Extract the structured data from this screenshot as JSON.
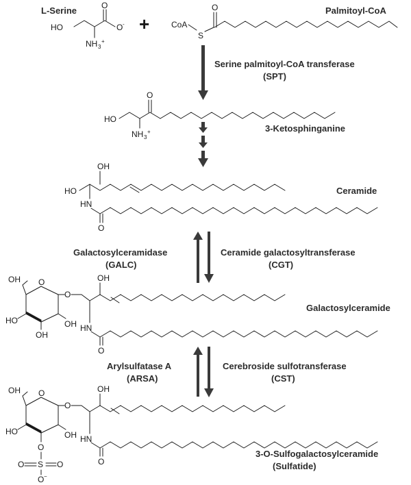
{
  "compounds": {
    "serine": "L-Serine",
    "palmitoyl_coa": "Palmitoyl-CoA",
    "ketosphinganine": "3-Ketosphinganine",
    "ceramide": "Ceramide",
    "galactosylceramide": "Galactosylceramide",
    "sulfatide_line1": "3-O-Sulfogalactosylceramide",
    "sulfatide_line2": "(Sulfatide)"
  },
  "enzymes": {
    "spt_name": "Serine palmitoyl-CoA transferase",
    "spt_abbr": "(SPT)",
    "galc_name": "Galactosylceramidase",
    "galc_abbr": "(GALC)",
    "cgt_name": "Ceramide galactosyltransferase",
    "cgt_abbr": "(CGT)",
    "arsa_name": "Arylsulfatase A",
    "arsa_abbr": "(ARSA)",
    "cst_name": "Cerebroside sulfotransferase",
    "cst_abbr": "(CST)"
  },
  "atoms": {
    "ho": "HO",
    "oh": "OH",
    "o": "O",
    "o_minus": "O",
    "minus": "-",
    "plus_sign": "+",
    "nh3": "NH",
    "nh3_sub": "3",
    "nh3_sup": "+",
    "hn": "HN",
    "coa": "CoA",
    "s": "S",
    "sulfate_s": "S",
    "sulfate_minus": "−",
    "reaction_plus": "+"
  }
}
